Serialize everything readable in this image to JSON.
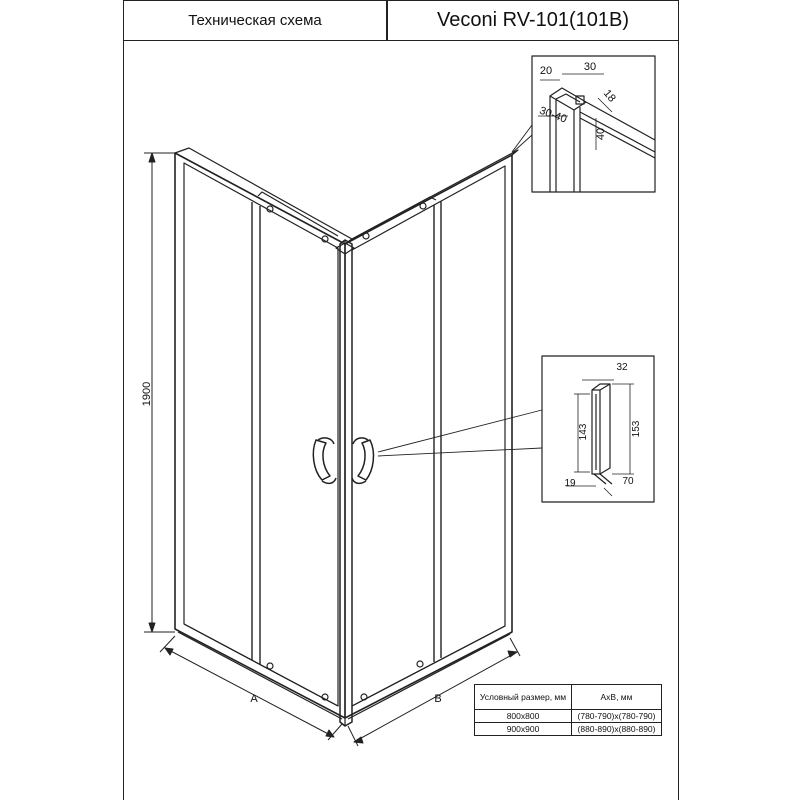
{
  "header": {
    "left_title": "Техническая схема",
    "right_title": "Veconi RV-101(101B)"
  },
  "dimensions": {
    "height": "1900",
    "side_a": "A",
    "side_b": "B"
  },
  "top_detail": {
    "d1": "20",
    "d2": "30",
    "d3": "18",
    "d4": "30-40",
    "d5": "40"
  },
  "handle_detail": {
    "width": "32",
    "inner_height": "143",
    "outer_height": "153",
    "base": "19",
    "depth": "70"
  },
  "spec_table": {
    "col1": "Условный размер, мм",
    "col2": "AxB, мм",
    "rows": [
      {
        "size": "800x800",
        "range": "(780-790)x(780-790)"
      },
      {
        "size": "900x900",
        "range": "(880-890)x(880-890)"
      }
    ]
  },
  "colors": {
    "line": "#222222",
    "background": "#ffffff"
  }
}
